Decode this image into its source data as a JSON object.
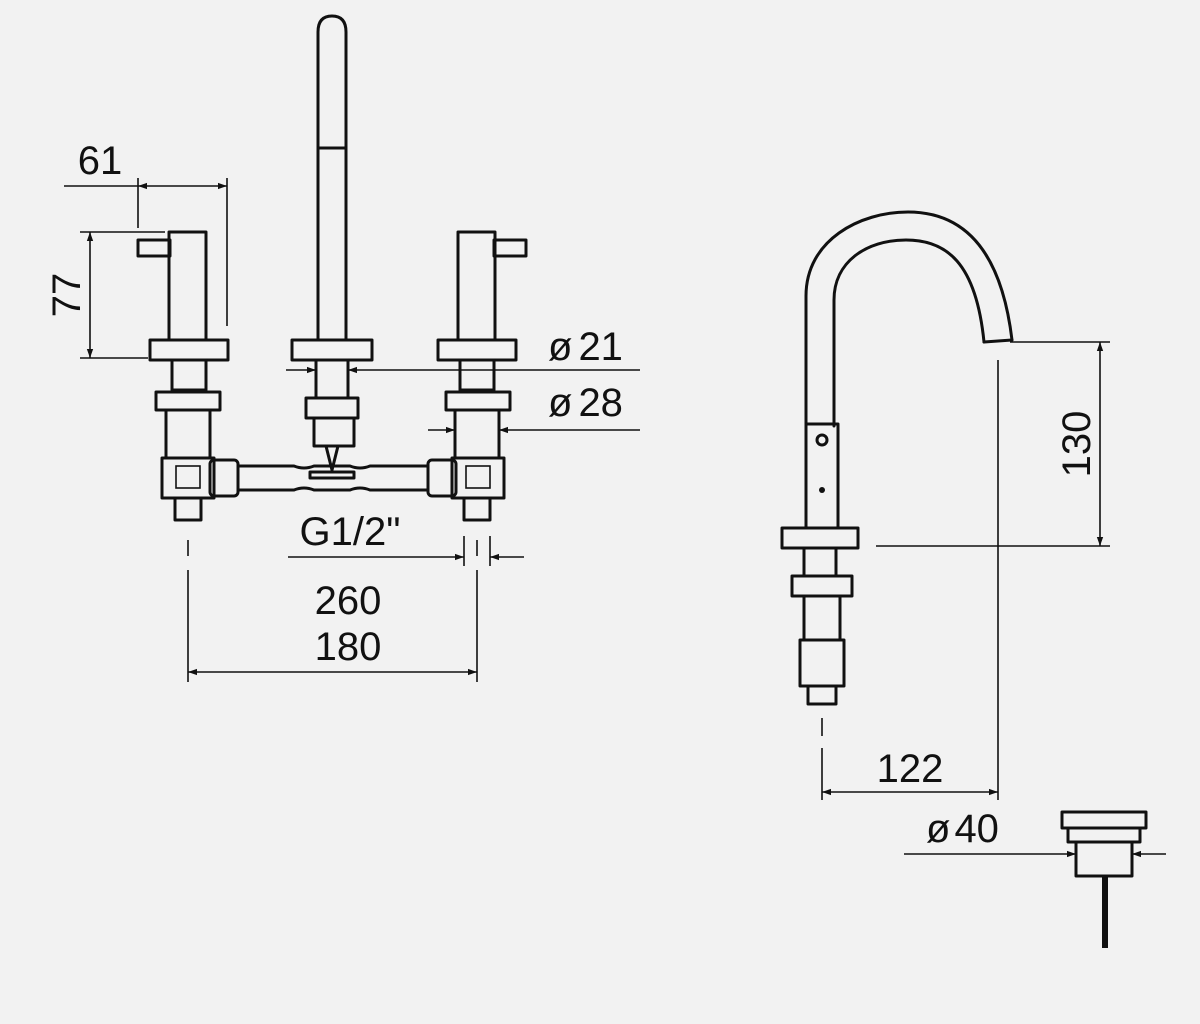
{
  "dimensions": {
    "handle_projection": "61",
    "handle_height": "77",
    "stem_dia": "21",
    "body_dia": "28",
    "thread": "G1/2\"",
    "max_spread": "260",
    "min_spread": "180",
    "spout_height": "130",
    "spout_reach": "122",
    "drain_dia": "40"
  },
  "diameter_symbol": "ø",
  "colors": {
    "line": "#111111",
    "background": "#f2f2f2"
  }
}
